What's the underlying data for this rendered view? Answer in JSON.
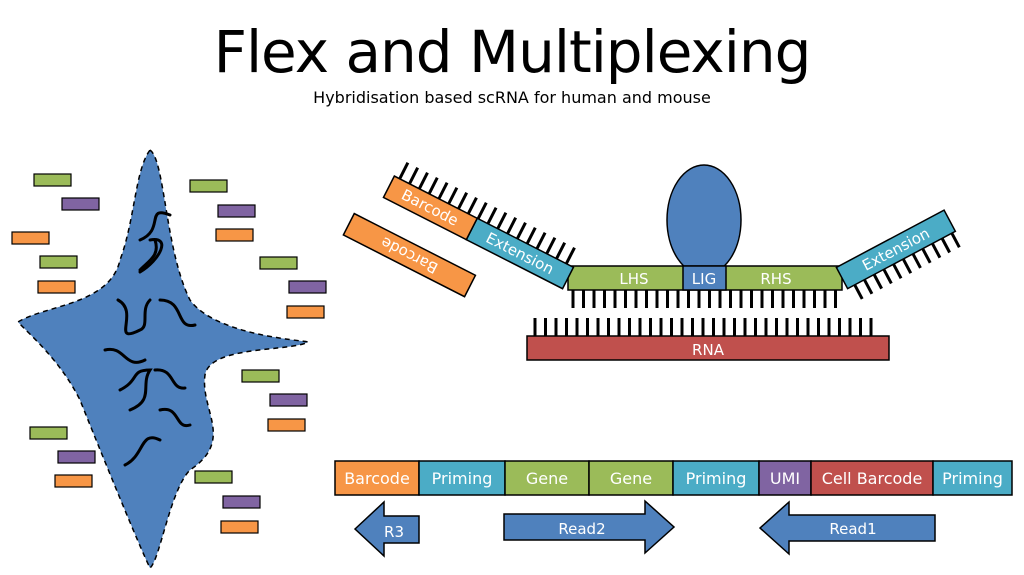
{
  "title": "Flex and Multiplexing",
  "subtitle": "Hybridisation based scRNA for human and mouse",
  "colors": {
    "blue": "#4f81bd",
    "orange": "#f79646",
    "green": "#9bbb59",
    "purple": "#8064a2",
    "teal": "#4bacc6",
    "red": "#c0504d",
    "dark": "#000000"
  },
  "probe": {
    "barcode_top": "Barcode",
    "barcode_bottom": "Barcode",
    "extension_left": "Extension",
    "extension_right": "Extension",
    "lhs": "LHS",
    "lig": "LIG",
    "rhs": "RHS",
    "rna": "RNA"
  },
  "construct": {
    "segments": [
      "Barcode",
      "Priming",
      "Gene",
      "Gene",
      "Priming",
      "UMI",
      "Cell Barcode",
      "Priming"
    ],
    "segment_colors": [
      "orange",
      "teal",
      "green",
      "green",
      "teal",
      "purple",
      "red",
      "teal"
    ]
  },
  "reads": {
    "r3": "R3",
    "read2": "Read2",
    "read1": "Read1"
  }
}
